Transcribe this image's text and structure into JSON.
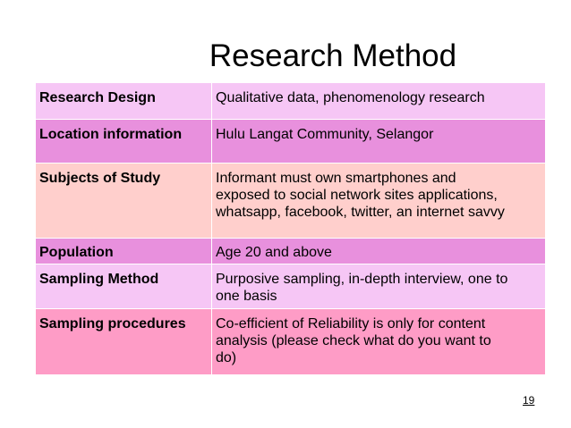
{
  "slide": {
    "title": "Research Method",
    "page_number": "19"
  },
  "table": {
    "rows": [
      {
        "label": "Research Design",
        "value": "Qualitative data, phenomenology research"
      },
      {
        "label": "Location information",
        "value": "Hulu Langat Community, Selangor"
      },
      {
        "label": "Subjects of Study",
        "value": "Informant must own smartphones and\nexposed to social network sites applications,\nwhatsapp, facebook, twitter,  an internet savvy"
      },
      {
        "label": "Population",
        "value": "Age 20 and above"
      },
      {
        "label": "Sampling Method",
        "value": "Purposive sampling, in-depth interview, one to\none basis"
      },
      {
        "label": "Sampling procedures",
        "value": "Co-efficient of Reliability is only for content\nanalysis (please check what do you want to\ndo)"
      }
    ]
  },
  "colors": {
    "light_pink": "#f6c6f5",
    "orchid": "#e890dd",
    "peach": "#ffcfcc",
    "hot_pink": "#fe9cc6"
  }
}
